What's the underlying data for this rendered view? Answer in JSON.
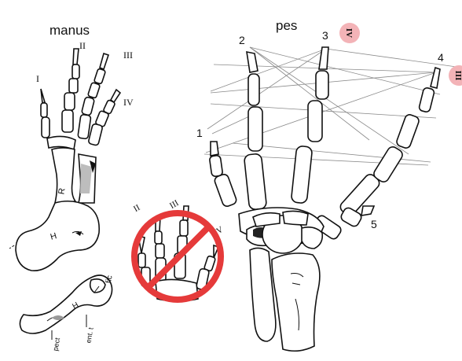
{
  "title_manus": "manus",
  "title_pes": "pes",
  "manus_digits": [
    "I",
    "II",
    "III",
    "IV"
  ],
  "pes_digits": [
    "1",
    "2",
    "3",
    "4",
    "5"
  ],
  "badges": [
    "IV",
    "III"
  ],
  "bone_labels": {
    "radius": "R",
    "humerus": "H",
    "humerus_lower": "H"
  },
  "annotations": [
    "fic",
    "ent. t",
    "pect"
  ],
  "colors": {
    "badge": "#f3b3b7",
    "prohibition": "#e53a3a",
    "ink": "#111111",
    "guide": "#8a8a8a"
  },
  "icons": [
    "prohibition-icon"
  ]
}
